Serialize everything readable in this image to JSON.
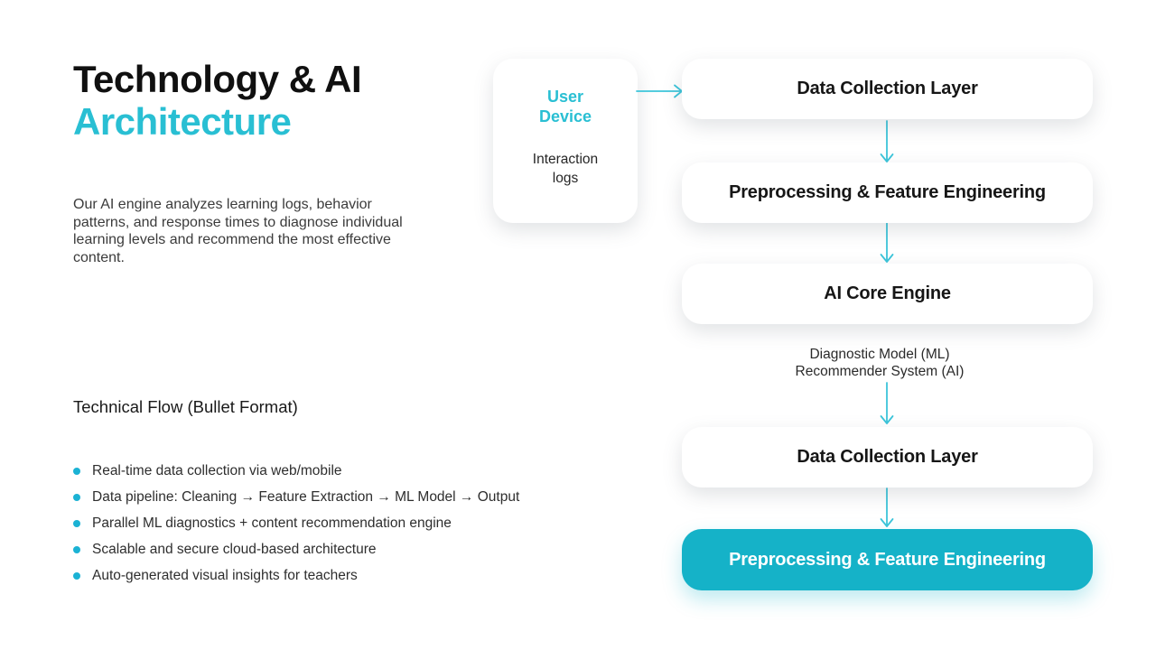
{
  "title": {
    "line1": "Technology & AI",
    "line2": "Architecture"
  },
  "description": "Our AI engine analyzes learning logs, behavior patterns, and response times to diagnose individual learning levels and recommend the most effective content.",
  "section_heading": "Technical Flow (Bullet Format)",
  "bullets": [
    "Real-time data collection via web/mobile",
    "Data pipeline: Cleaning → Feature Extraction → ML Model → Output",
    "Parallel ML diagnostics + content recommendation engine",
    "Scalable and secure cloud-based architecture",
    "Auto-generated visual insights for teachers"
  ],
  "diagram": {
    "user_device": {
      "title": "User Device",
      "subtitle": "Interaction logs"
    },
    "flow_boxes": [
      {
        "label": "Data Collection Layer",
        "variant": "white"
      },
      {
        "label": "Preprocessing & Feature Engineering",
        "variant": "white"
      },
      {
        "label": "AI Core Engine",
        "variant": "white"
      },
      {
        "label": "Data Collection Layer",
        "variant": "white"
      },
      {
        "label": "Preprocessing & Feature Engineering",
        "variant": "accent"
      }
    ],
    "annotation": {
      "line1": "Diagnostic Model (ML)",
      "line2": "Recommender System (AI)"
    }
  },
  "colors": {
    "accent_text": "#29BFD3",
    "accent_fill": "#15B2C8",
    "arrow": "#3CC5DA",
    "bullet_dot": "#1BB2D4",
    "title_text": "#101010",
    "body_text": "#3b3b3b",
    "background": "#ffffff"
  }
}
